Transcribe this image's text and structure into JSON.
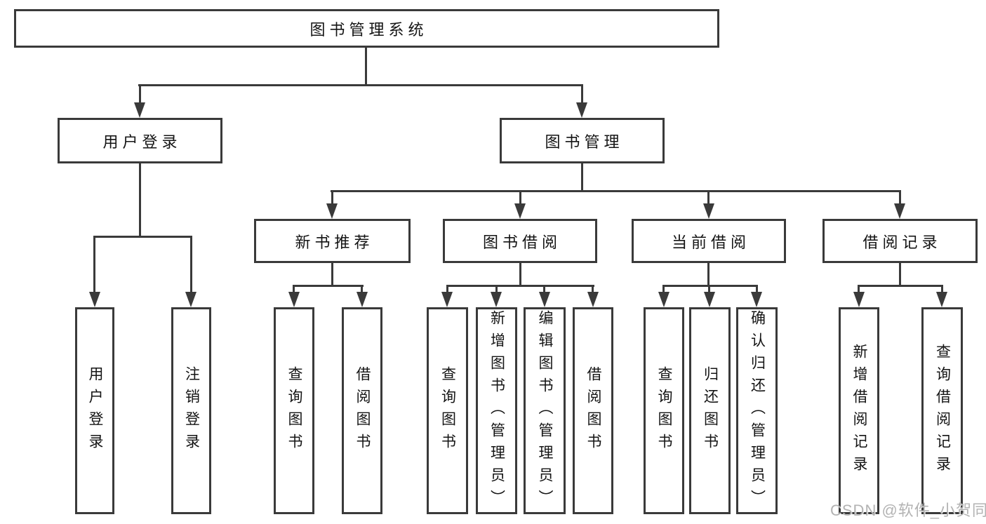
{
  "diagram": {
    "type": "hierarchy-tree",
    "nodes": {
      "root": "图书管理系统",
      "user_login": "用户登录",
      "book_mgmt": "图书管理",
      "new_book_rec": "新书推荐",
      "book_borrow": "图书借阅",
      "current_borrow": "当前借阅",
      "borrow_records": "借阅记录",
      "leaf_user_login": "用户登录",
      "leaf_logout": "注销登录",
      "leaf_nb_query": "查询图书",
      "leaf_nb_borrow": "借阅图书",
      "leaf_bb_query": "查询图书",
      "leaf_bb_add": "新增图书（管理员）",
      "leaf_bb_edit": "编辑图书（管理员）",
      "leaf_bb_borrow": "借阅图书",
      "leaf_cb_query": "查询图书",
      "leaf_cb_return": "归还图书",
      "leaf_cb_confirm": "确认归还（管理员）",
      "leaf_br_add": "新增借阅记录",
      "leaf_br_query": "查询借阅记录"
    }
  },
  "watermark": {
    "text": "CSDN @软件_小贺同学"
  },
  "colors": {
    "line": "#3a3a3a",
    "text": "#141414",
    "background": "#ffffff",
    "watermark": "#acacac"
  }
}
